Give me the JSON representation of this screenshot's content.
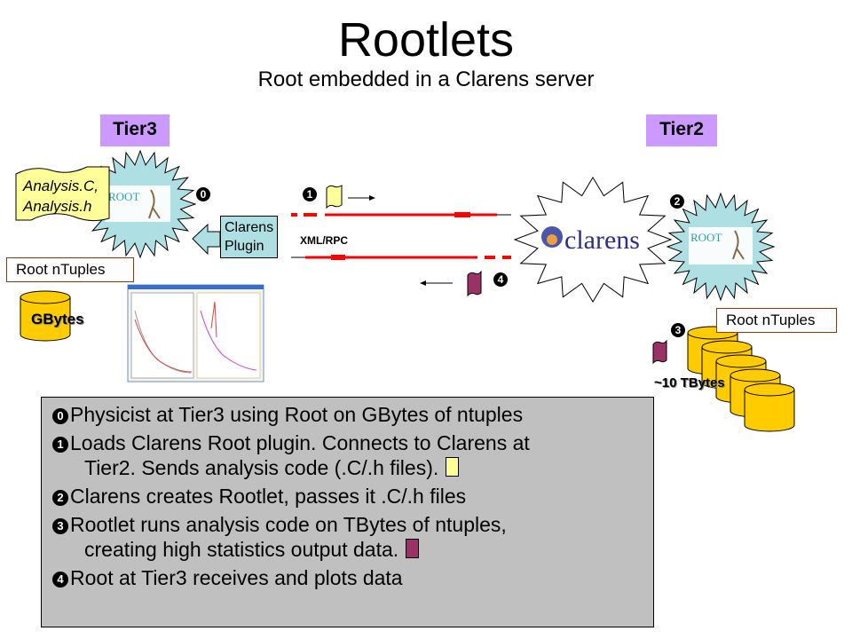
{
  "title": "Rootlets",
  "subtitle": "Root embedded in a Clarens server",
  "tiers": {
    "left": "Tier3",
    "right": "Tier2"
  },
  "left": {
    "code_files": [
      "Analysis.C,",
      "Analysis.h"
    ],
    "plugin": [
      "Clarens",
      "Plugin"
    ],
    "ntuples_label": "Root nTuples",
    "storage_label": "GBytes",
    "step_marker": "0",
    "root_logo": "ROOT"
  },
  "middle": {
    "protocol": "XML/RPC",
    "step_send": "1",
    "step_return": "4"
  },
  "right": {
    "server_logo": "clarens",
    "root_logo": "ROOT",
    "ntuples_label": "Root nTuples",
    "storage_label": "~10 TBytes",
    "step_rootlet": "2",
    "step_data": "3"
  },
  "steps": [
    {
      "marker": "0",
      "lines": [
        "Physicist at Tier3 using Root on GBytes of ntuples"
      ]
    },
    {
      "marker": "1",
      "lines": [
        "Loads Clarens Root plugin. Connects to Clarens at",
        "Tier2. Sends analysis code (.C/.h files)."
      ],
      "token": "code"
    },
    {
      "marker": "2",
      "lines": [
        "Clarens creates Rootlet, passes it .C/.h files"
      ]
    },
    {
      "marker": "3",
      "lines": [
        "Rootlet runs analysis code on TBytes of ntuples,",
        "creating high statistics output data."
      ],
      "token": "data"
    },
    {
      "marker": "4",
      "lines": [
        "Root at Tier3 receives and plots data"
      ]
    }
  ],
  "colors": {
    "tier": "#cc99ff",
    "starburst": "#aedfe3",
    "cylinder": "#ffcc00",
    "code_token": "#ffff99",
    "data_token": "#993366",
    "link": "#ff0000",
    "textbox": "#c0c0c0"
  }
}
